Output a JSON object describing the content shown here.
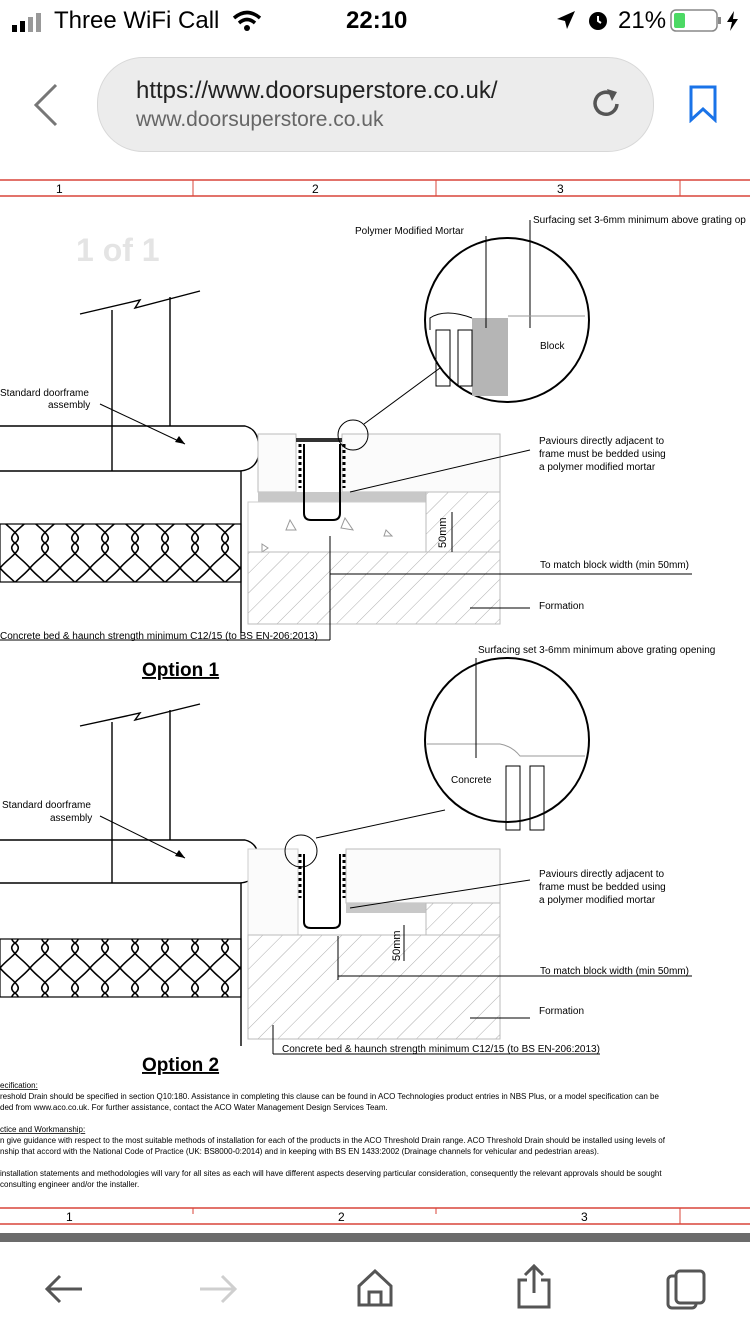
{
  "status_bar": {
    "carrier": "Three WiFi Call",
    "time": "22:10",
    "battery": "21%"
  },
  "browser": {
    "url_full": "https://www.doorsuperstore.co.uk/",
    "url_domain": "www.doorsuperstore.co.uk"
  },
  "document": {
    "page_indicator": "1 of 1",
    "grid_numbers_top": [
      "1",
      "2",
      "3"
    ],
    "grid_numbers_bottom": [
      "1",
      "2",
      "3"
    ],
    "option1": {
      "title": "Option 1",
      "surfacing": "Surfacing set 3-6mm minimum above grating op",
      "mortar": "Polymer Modified Mortar",
      "block": "Block",
      "doorframe_1": "Standard  doorframe",
      "doorframe_2": "assembly",
      "paviours_1": "Paviours directly adjacent to",
      "paviours_2": "frame must be bedded using",
      "paviours_3": "a polymer modified mortar",
      "dimension": "50mm",
      "block_width": "To match block width (min 50mm)",
      "formation": "Formation",
      "concrete_bed": "Concrete bed & haunch strength minimum C12/15 (to BS EN-206:2013)"
    },
    "option2": {
      "title": "Option 2",
      "surfacing": "Surfacing set 3-6mm minimum above grating opening",
      "concrete": "Concrete",
      "doorframe_1": "Standard  doorframe",
      "doorframe_2": "assembly",
      "paviours_1": "Paviours directly adjacent to",
      "paviours_2": "frame must be bedded using",
      "paviours_3": "a polymer modified mortar",
      "dimension": "50mm",
      "block_width": "To match block width (min 50mm)",
      "formation": "Formation",
      "concrete_bed": "Concrete bed & haunch strength minimum C12/15 (to BS EN-206:2013)"
    },
    "notes": {
      "spec_heading": "ecification:",
      "spec_1": "reshold Drain should be specified in section Q10:180. Assistance in completing this clause can be found in ACO Technologies product entries in NBS Plus, or a model specification can be",
      "spec_2": "ded from www.aco.co.uk. For further assistance, contact the ACO Water Management Design Services Team.",
      "practice_heading": "ctice and Workmanship:",
      "practice_1": "n give guidance with respect to the most suitable methods of installation for each of the products in the ACO Threshold Drain range. ACO Threshold Drain should be installed using levels of",
      "practice_2": "nship that accord with the National Code of Practice (UK: BS8000-0:2014) and in keeping with BS EN 1433:2002 (Drainage channels for vehicular and pedestrian areas).",
      "install_1": "installation statements and methodologies will vary for all sites as each will have different aspects deserving particular consideration, consequently the relevant approvals should be sought",
      "install_2": "consulting engineer and/or the installer."
    }
  },
  "toolbar": {
    "back": "back-icon",
    "forward": "forward-icon",
    "home": "home-icon",
    "share": "share-icon",
    "tabs": "tabs-icon"
  },
  "colors": {
    "accent": "#1a73e8",
    "battery_green": "#4cd964",
    "grid_red": "#d9453a"
  }
}
